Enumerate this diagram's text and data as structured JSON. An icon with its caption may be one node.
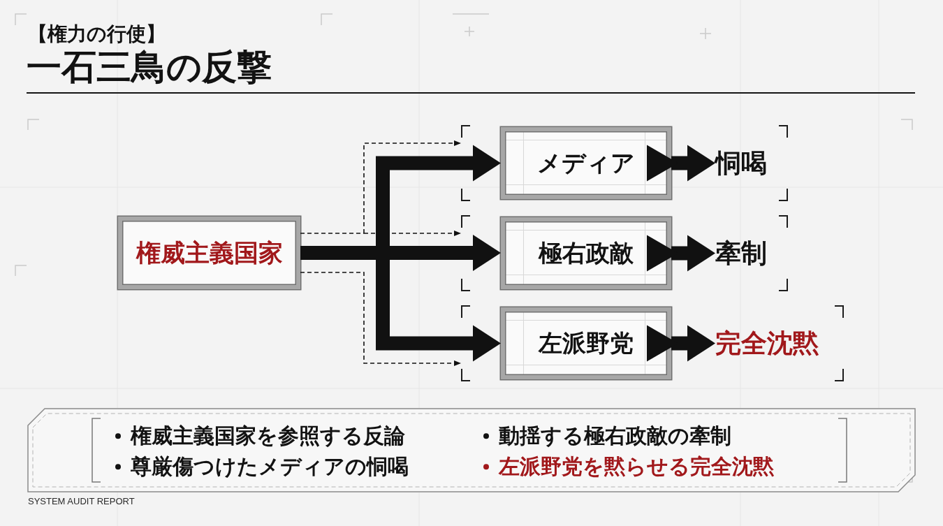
{
  "diagram": {
    "title": "一石三鳥の反撃",
    "nodes": [
      {
        "text": [
          "権威主義国家"
        ]
      },
      {
        "text": [],
        "shape": "bracket"
      },
      {
        "text": [
          "メディア"
        ],
        "in": 1
      },
      {
        "text": [
          "恫喝"
        ],
        "in": 1
      },
      {
        "text": [],
        "shape": "bracket"
      },
      {
        "text": [
          "極右政敵"
        ],
        "in": 4
      },
      {
        "text": [
          "牽制"
        ],
        "in": 4
      },
      {
        "text": [],
        "shape": "bracket"
      },
      {
        "text": [
          "左派野党"
        ],
        "in": 7
      },
      {
        "text": [
          "完全沈黙"
        ],
        "in": 7
      },
      {
        "text": [
          "権威主義国家を参照する反論",
          "尊厳傷つけたメディアの恫喝",
          "動揺する極右政敵の牽制",
          "左派野党を黙らせる完全沈黙"
        ]
      }
    ],
    "edges": [
      {
        "from": 0,
        "to": 2,
        "arrow": "to"
      },
      {
        "from": 0,
        "to": 5,
        "arrow": "to"
      },
      {
        "from": 0,
        "to": 8,
        "arrow": "to"
      },
      {
        "from": 0,
        "to": 1,
        "arrow": "to",
        "style": "dashed"
      },
      {
        "from": 0,
        "to": 4,
        "arrow": "to",
        "style": "dashed"
      },
      {
        "from": 0,
        "to": 7,
        "arrow": "to",
        "style": "dashed"
      },
      {
        "from": 2,
        "to": 3,
        "arrow": "to"
      },
      {
        "from": 5,
        "to": 6,
        "arrow": "to"
      },
      {
        "from": 8,
        "to": 9,
        "arrow": "to"
      }
    ],
    "labels": [
      "【権力の行使】",
      "SYSTEM AUDIT REPORT"
    ]
  }
}
